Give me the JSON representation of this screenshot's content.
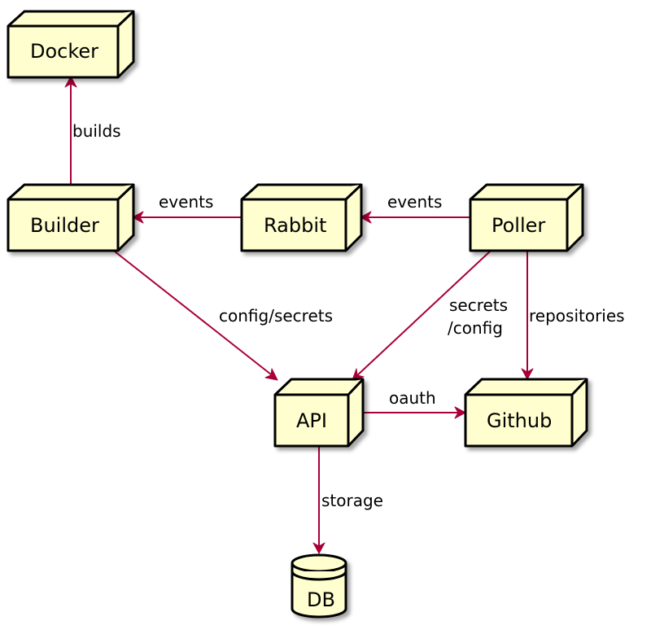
{
  "nodes": {
    "docker": "Docker",
    "builder": "Builder",
    "rabbit": "Rabbit",
    "poller": "Poller",
    "api": "API",
    "github": "Github",
    "db": "DB"
  },
  "edges": {
    "builder_docker": "builds",
    "rabbit_builder": "events",
    "poller_rabbit": "events",
    "builder_api": "config/secrets",
    "poller_api_line1": "secrets",
    "poller_api_line2": "/config",
    "poller_github": "repositories",
    "api_github": "oauth",
    "api_db": "storage"
  },
  "colors": {
    "node_fill": "#FEFECE",
    "node_stroke": "#000000",
    "edge": "#A80036"
  }
}
